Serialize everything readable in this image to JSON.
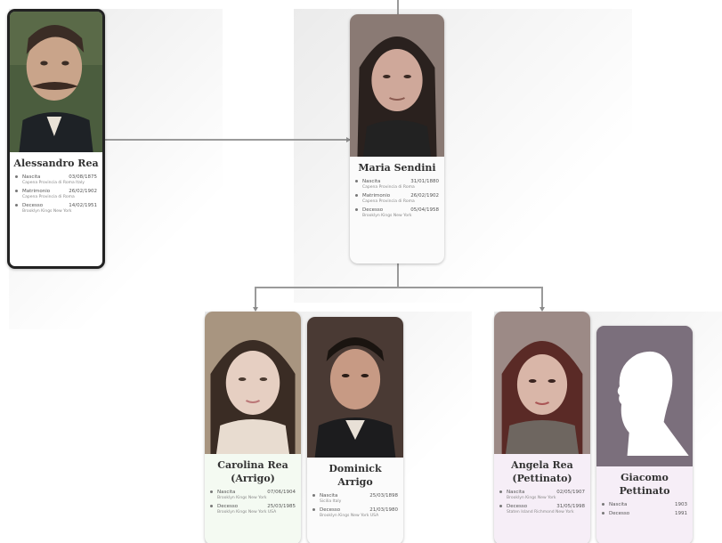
{
  "people": {
    "alessandro": {
      "name": "Alessandro Rea",
      "facts": [
        {
          "label": "Nascita",
          "date": "03/08/1875",
          "place": "Capena Provincia di Roma Italy"
        },
        {
          "label": "Matrimonio",
          "date": "26/02/1902",
          "place": "Capena Provincia di Roma"
        },
        {
          "label": "Decesso",
          "date": "14/02/1951",
          "place": "Brooklyn Kings New York"
        }
      ]
    },
    "maria": {
      "name": "Maria Sendini",
      "facts": [
        {
          "label": "Nascita",
          "date": "31/01/1880",
          "place": "Capena Provincia di Roma"
        },
        {
          "label": "Matrimonio",
          "date": "26/02/1902",
          "place": "Capena Provincia di Roma"
        },
        {
          "label": "Decesso",
          "date": "05/04/1958",
          "place": "Brooklyn Kings New York"
        }
      ]
    },
    "carolina": {
      "name": "Carolina Rea (Arrigo)",
      "facts": [
        {
          "label": "Nascita",
          "date": "07/06/1904",
          "place": "Brooklyn Kings New York"
        },
        {
          "label": "Decesso",
          "date": "25/03/1985",
          "place": "Brooklyn Kings New York USA"
        }
      ]
    },
    "dominick": {
      "name": "Dominick Arrigo",
      "facts": [
        {
          "label": "Nascita",
          "date": "25/03/1898",
          "place": "Sicilia Italy"
        },
        {
          "label": "Decesso",
          "date": "21/03/1980",
          "place": "Brooklyn Kings New York USA"
        }
      ]
    },
    "angela": {
      "name": "Angela Rea (Pettinato)",
      "facts": [
        {
          "label": "Nascita",
          "date": "02/05/1907",
          "place": "Brooklyn Kings New York"
        },
        {
          "label": "Decesso",
          "date": "31/05/1998",
          "place": "Staten Island Richmond New York"
        }
      ]
    },
    "giacomo": {
      "name": "Giacomo Pettinato",
      "facts": [
        {
          "label": "Nascita",
          "date": "1903",
          "place": ""
        },
        {
          "label": "Decesso",
          "date": "1991",
          "place": ""
        }
      ]
    }
  },
  "colors": {
    "line": "#9a9a9a",
    "pink_card": "#f6eef7",
    "green_card": "#f4faf2",
    "selected_border": "#222222"
  }
}
